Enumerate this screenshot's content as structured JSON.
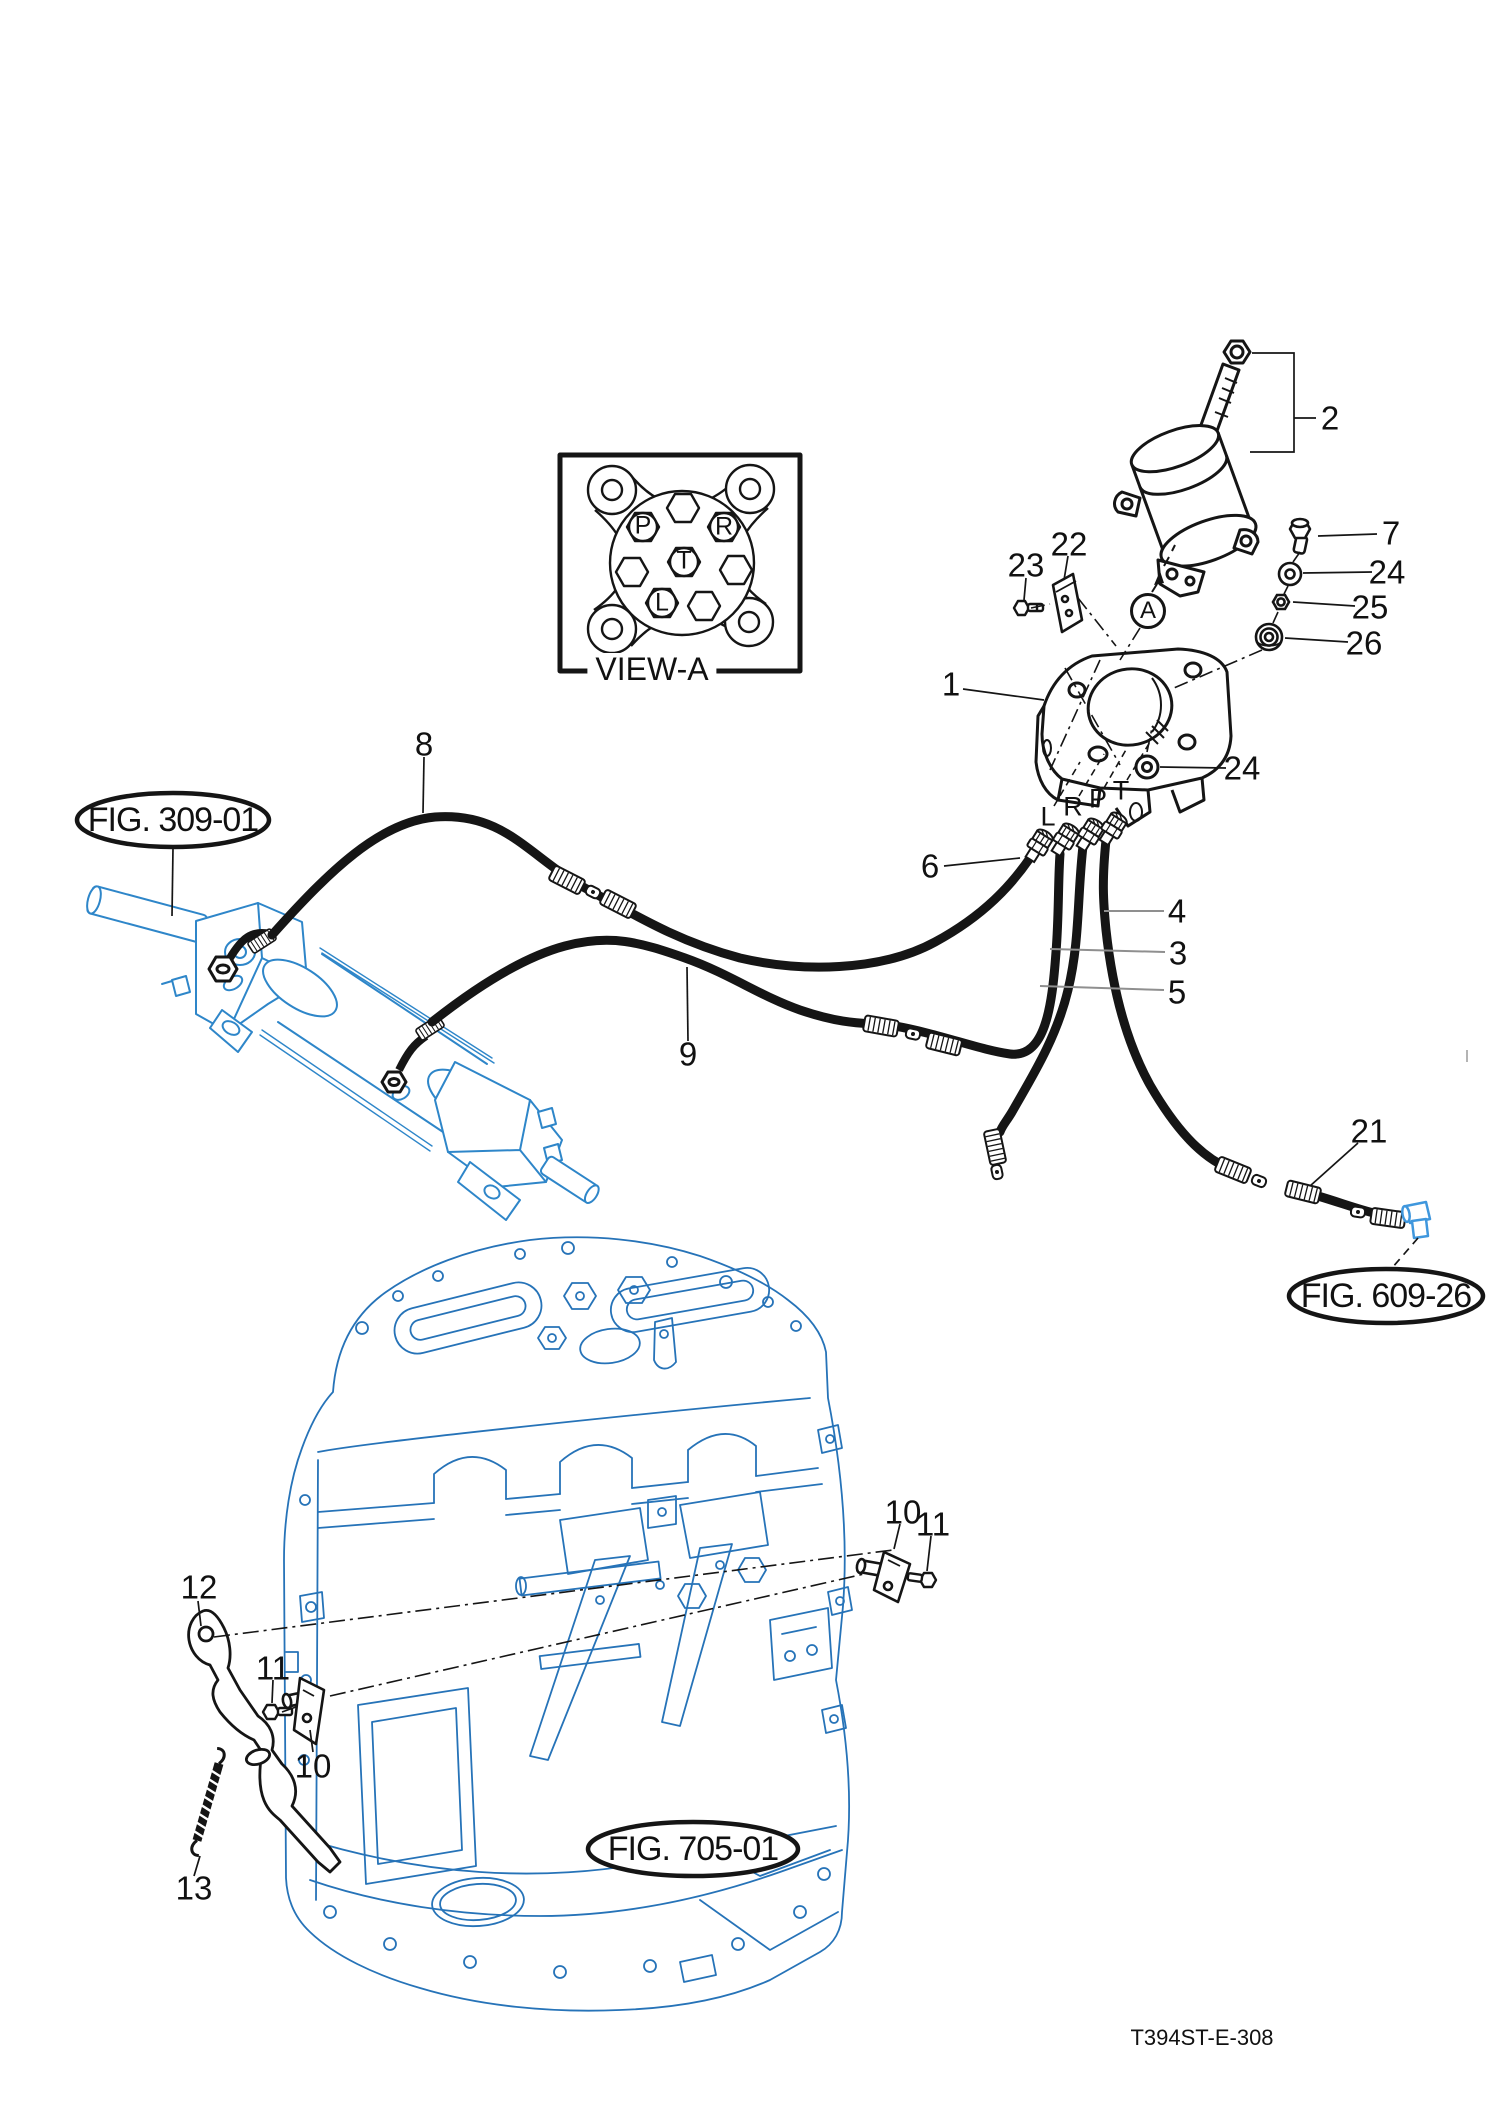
{
  "doc_code": "T394ST-E-308",
  "view_a": {
    "label": "VIEW-A",
    "ports": {
      "p": "P",
      "r": "R",
      "t": "T",
      "l": "L"
    }
  },
  "detail_marker": "A",
  "hose_ports": {
    "l": "L",
    "r": "R",
    "p": "P",
    "t": "T"
  },
  "figure_refs": {
    "steering_cylinder": "FIG. 309-01",
    "pump_line": "FIG. 609-26",
    "chassis": "FIG. 705-01"
  },
  "callouts": {
    "1": "1",
    "2": "2",
    "3": "3",
    "4": "4",
    "5": "5",
    "6": "6",
    "7": "7",
    "8": "8",
    "9": "9",
    "10": "10",
    "11": "11",
    "12": "12",
    "13": "13",
    "21": "21",
    "22": "22",
    "23": "23",
    "24": "24",
    "25": "25",
    "26": "26"
  },
  "colors": {
    "line_black": "#151515",
    "chassis_blue": "#2673b8",
    "cylinder_blue": "#2e86c9",
    "fitting_blue": "#3f97dd",
    "leader_gray": "#8f8f8f",
    "background": "#ffffff"
  }
}
